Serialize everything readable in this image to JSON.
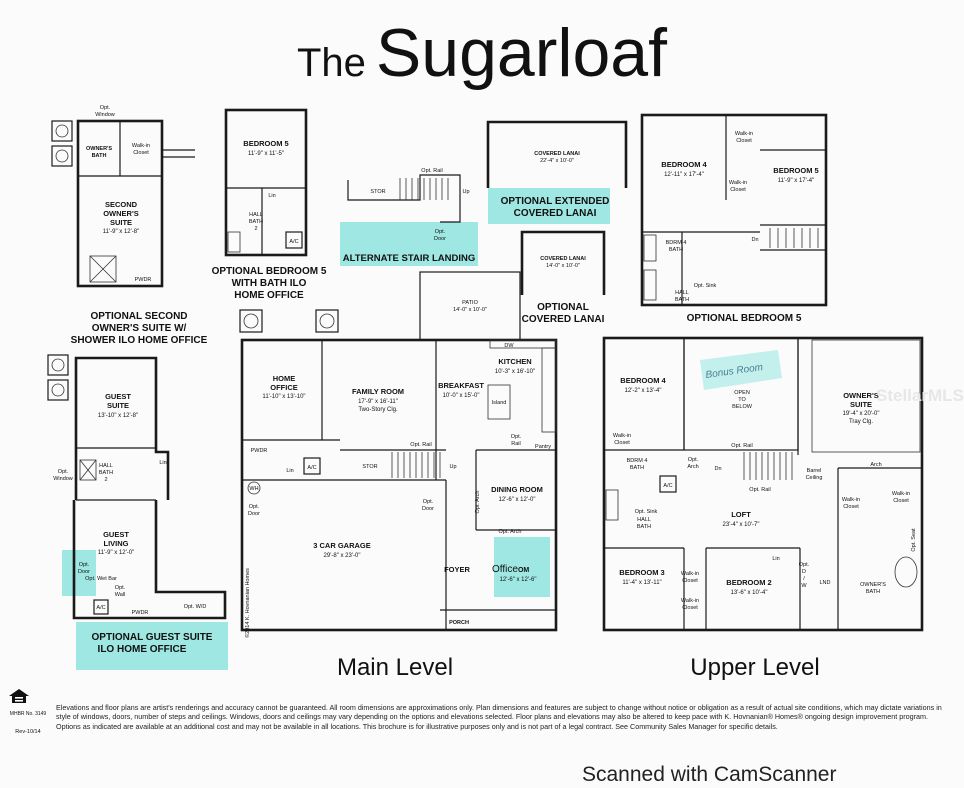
{
  "title": {
    "prefix": "The",
    "main": "Sugarloaf"
  },
  "levels": {
    "main": "Main Level",
    "upper": "Upper Level"
  },
  "watermark": "StellarMLS",
  "scanner": "Scanned with CamScanner",
  "eho": {
    "mark": "MHBR No. 3149",
    "rev": "Rev-10/14"
  },
  "disclaimer": "Elevations and floor plans are artist's renderings and accuracy cannot be guaranteed.  All room dimensions are approximations only.  Plan dimensions and features are subject to change without notice or obligation as a result of actual site conditions, which may dictate variations in style of windows, doors, number of steps and ceilings.  Windows, doors and ceilings may vary depending on the options and elevations selected.  Floor plans and elevations may also be altered to keep pace with K. Hovnanian® Homes® ongoing design improvement program.  Options as indicated are available at an additional cost and may not be available in all locations.  This brochure is for illustrative purposes only and is not part of a legal contract.  See Community Sales Manager for specific details.",
  "copyright": "©2014 K. Hovnanian Homes",
  "options": {
    "second_suite": {
      "caption": [
        "OPTIONAL SECOND",
        "OWNER'S SUITE W/",
        "SHOWER ILO HOME OFFICE"
      ],
      "window": [
        "Opt.",
        "Window"
      ],
      "bath": [
        "OWNER'S",
        "BATH"
      ],
      "closet": [
        "Walk-in",
        "Closet"
      ],
      "suite": [
        "SECOND",
        "OWNER'S",
        "SUITE"
      ],
      "suite_dim": "11'-9\" x 12'-8\"",
      "pwdr": "PWDR"
    },
    "bedroom5_opt": {
      "caption": [
        "OPTIONAL BEDROOM 5",
        "WITH BATH ILO",
        "HOME OFFICE"
      ],
      "room": "BEDROOM 5",
      "dim": "11'-9\" x 11'-5\"",
      "lin": "Lin",
      "bath": [
        "HALL",
        "BATH",
        "2"
      ],
      "ac": "A/C"
    },
    "stair": {
      "caption": "ALTERNATE STAIR LANDING",
      "stor": "STOR",
      "rail": "Opt. Rail",
      "up": "Up",
      "door": [
        "Opt.",
        "Door"
      ]
    },
    "ext_lanai": {
      "caption": [
        "OPTIONAL EXTENDED",
        "COVERED LANAI"
      ],
      "room": "COVERED LANAI",
      "dim": "22'-4\" x 10'-0\""
    },
    "cov_lanai": {
      "caption": [
        "OPTIONAL",
        "COVERED LANAI"
      ],
      "room": "COVERED LANAI",
      "dim": "14'-0\" x 10'-0\""
    },
    "bedroom5_up": {
      "caption": "OPTIONAL BEDROOM 5",
      "bed4": "BEDROOM 4",
      "bed4_dim": "12'-11\" x 17'-4\"",
      "bed5": "BEDROOM 5",
      "bed5_dim": "11'-9\" x 17'-4\"",
      "wic1": [
        "Walk-in",
        "Closet"
      ],
      "wic2": [
        "Walk-in",
        "Closet"
      ],
      "bdrm_bath": [
        "BDRM 4",
        "BATH"
      ],
      "sink": "Opt. Sink",
      "hall": [
        "HALL",
        "BATH"
      ],
      "dn": "Dn"
    },
    "guest_suite": {
      "caption": [
        "OPTIONAL GUEST SUITE",
        "ILO HOME OFFICE"
      ],
      "suite": [
        "GUEST",
        "SUITE"
      ],
      "suite_dim": "13'-10\" x 12'-8\"",
      "window": [
        "Opt.",
        "Window"
      ],
      "bath": [
        "HALL",
        "BATH",
        "2"
      ],
      "lin": "Lin",
      "living": [
        "GUEST",
        "LIVING"
      ],
      "living_dim": "11'-9\" x 12'-0\"",
      "door": [
        "Opt.",
        "Door"
      ],
      "wetbar": "Opt. Wet Bar",
      "wall": [
        "Opt.",
        "Wall"
      ],
      "ac": "A/C",
      "pwdr": "PWDR",
      "wd": "Opt. W/D"
    }
  },
  "main_level": {
    "patio": "PATIO",
    "patio_dim": "14'-0\" x 10'-0\"",
    "home_office": [
      "HOME",
      "OFFICE"
    ],
    "home_office_dim": "11'-10\" x 13'-10\"",
    "family": "FAMILY ROOM",
    "family_dim": [
      "17'-9\" x 16'-11\"",
      "Two-Story Clg."
    ],
    "breakfast": "BREAKFAST",
    "breakfast_dim": "10'-0\" x 15'-0\"",
    "kitchen": "KITCHEN",
    "kitchen_dim": "10'-3\" x 16'-10\"",
    "island": "Island",
    "dw": "DW",
    "pantry": "Pantry",
    "opt_rail": "Opt. Rail",
    "opt_rail2": [
      "Opt.",
      "Rail"
    ],
    "pwdr": "PWDR",
    "lin": "Lin",
    "ac": "A/C",
    "stor": "STOR",
    "up": "Up",
    "wh": "WH",
    "opt_door1": [
      "Opt.",
      "Door"
    ],
    "opt_door2": [
      "Opt.",
      "Door"
    ],
    "garage": "3 CAR GARAGE",
    "garage_dim": "29'-8\" x 23'-0\"",
    "dining": "DINING ROOM",
    "dining_dim": "12'-6\" x 12'-0\"",
    "opt_arch1": "Opt. Arch",
    "opt_arch2": "Opt. Arch",
    "foyer": "FOYER",
    "office": "Office",
    "office_suffix": "OM",
    "office_dim": "12'-6\" x 12'-6\"",
    "porch": "PORCH"
  },
  "upper_level": {
    "bonus": "Bonus Room",
    "bed4": "BEDROOM 4",
    "bed4_dim": "12'-2\" x 13'-4\"",
    "wic_b4": [
      "Walk-in",
      "Closet"
    ],
    "open": [
      "OPEN",
      "TO",
      "BELOW"
    ],
    "owners": [
      "OWNER'S",
      "SUITE"
    ],
    "owners_dim": [
      "19'-4\" x 20'-0\"",
      "Tray Clg."
    ],
    "opt_rail": "Opt. Rail",
    "opt_rail2": "Opt. Rail",
    "bdrm4_bath": [
      "BDRM 4",
      "BATH"
    ],
    "opt_arch": [
      "Opt.",
      "Arch"
    ],
    "ac": "A/C",
    "dn": "Dn",
    "barrel": [
      "Barrel",
      "Ceiling"
    ],
    "arch": "Arch",
    "sink": "Opt. Sink",
    "hall_bath": [
      "HALL",
      "BATH"
    ],
    "loft": "LOFT",
    "loft_dim": "23'-4\" x 10'-7\"",
    "wic_o1": [
      "Walk-in",
      "Closet"
    ],
    "wic_o2": [
      "Walk-in",
      "Closet"
    ],
    "opt_seat": "Opt. Seat",
    "bed3": "BEDROOM 3",
    "bed3_dim": "11'-4\" x 13'-11\"",
    "wic_b3a": [
      "Walk-in",
      "Closet"
    ],
    "wic_b3b": [
      "Walk-in",
      "Closet"
    ],
    "bed2": "BEDROOM 2",
    "bed2_dim": "13'-6\" x 10'-4\"",
    "lin": "Lin",
    "optdw": [
      "Opt.",
      "D",
      "/",
      "W"
    ],
    "lnd": "LND",
    "owners_bath": [
      "OWNER'S",
      "BATH"
    ]
  }
}
